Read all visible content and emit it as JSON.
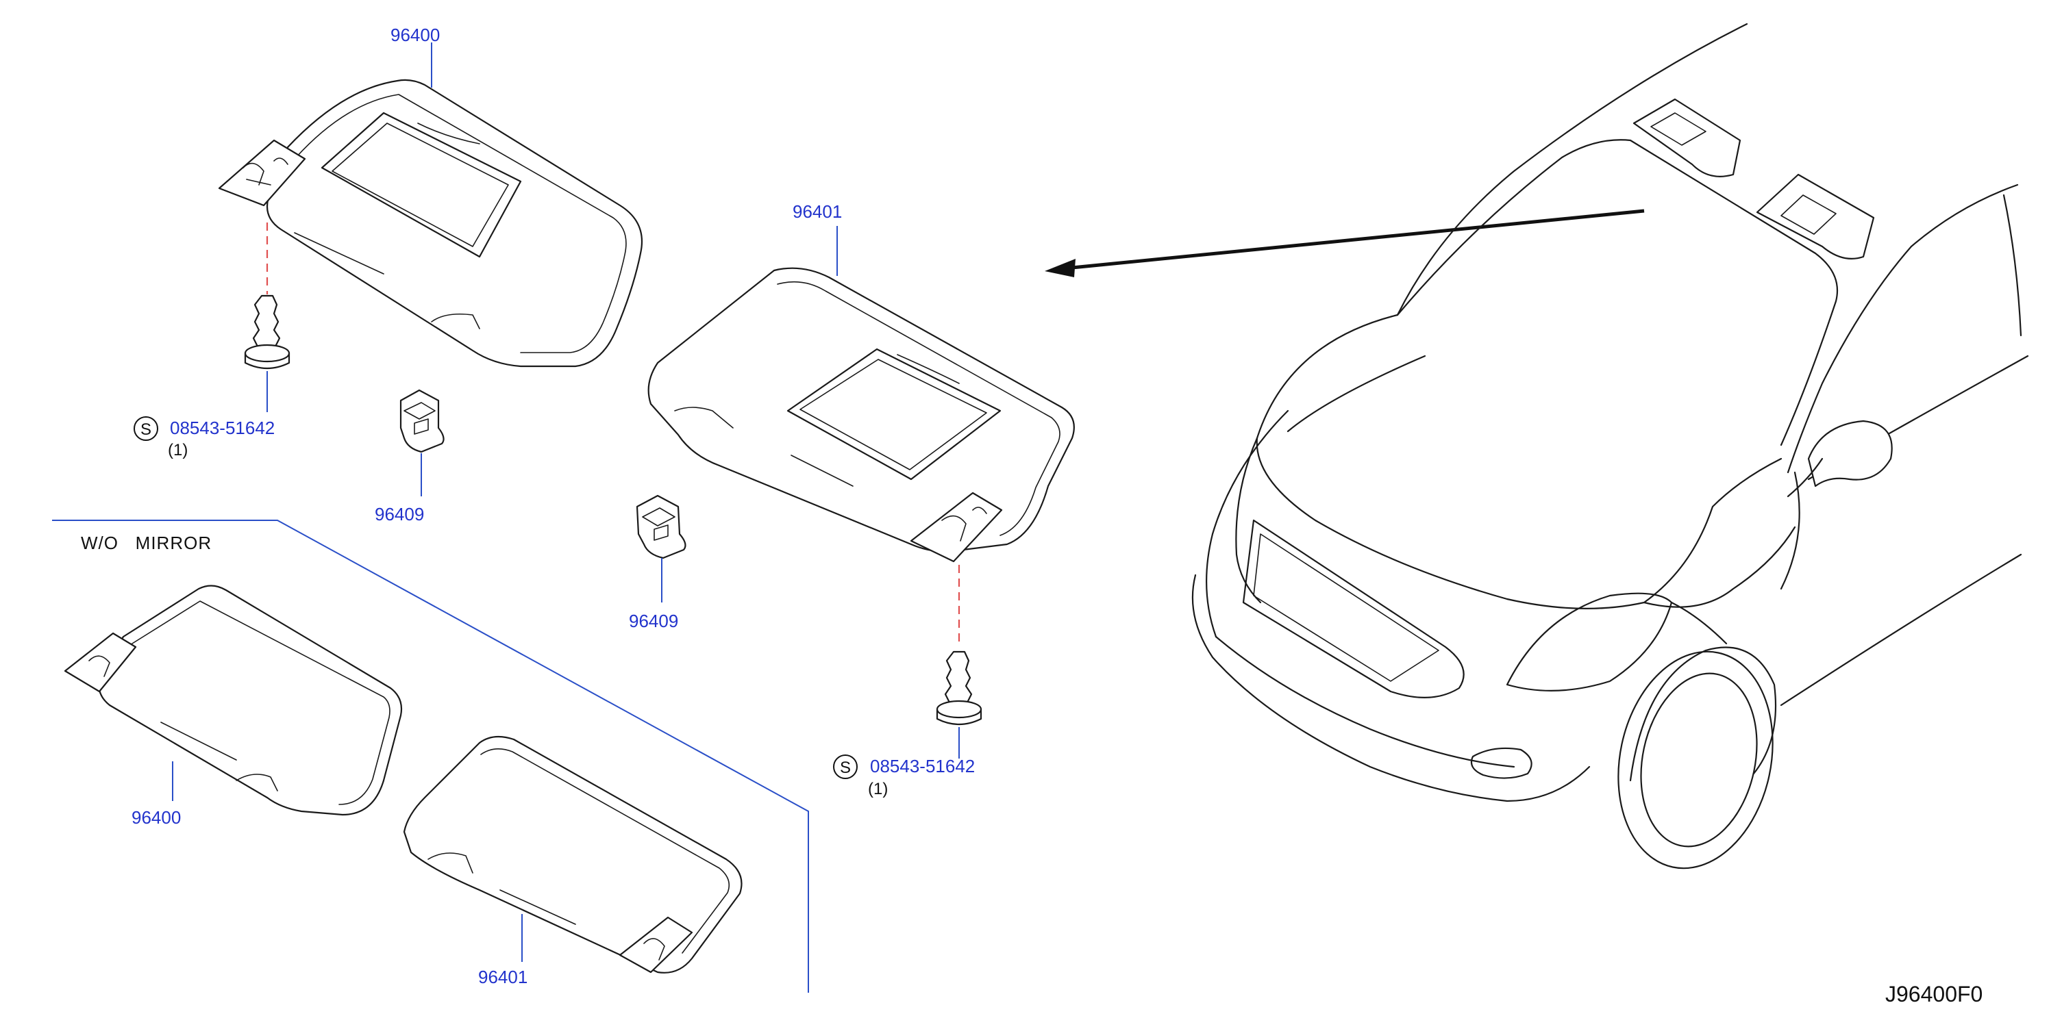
{
  "labels": {
    "visor_rh_top": "96400",
    "visor_lh_middle": "96401",
    "clip_top": "96409",
    "clip_middle": "96409",
    "screw_top_part": "08543-51642",
    "screw_top_qty": "(1)",
    "screw_mid_part": "08543-51642",
    "screw_mid_qty": "(1)",
    "wo_mirror_note": "W/O   MIRROR",
    "visor_rh_bottom": "96400",
    "visor_lh_bottom": "96401",
    "symbol_s": "S",
    "diagram_code": "J96400F0"
  },
  "colors": {
    "callout": "#2233cc",
    "leader": "#2a4fc8",
    "dash_line": "#e05050",
    "outline": "#1a1a1a"
  }
}
